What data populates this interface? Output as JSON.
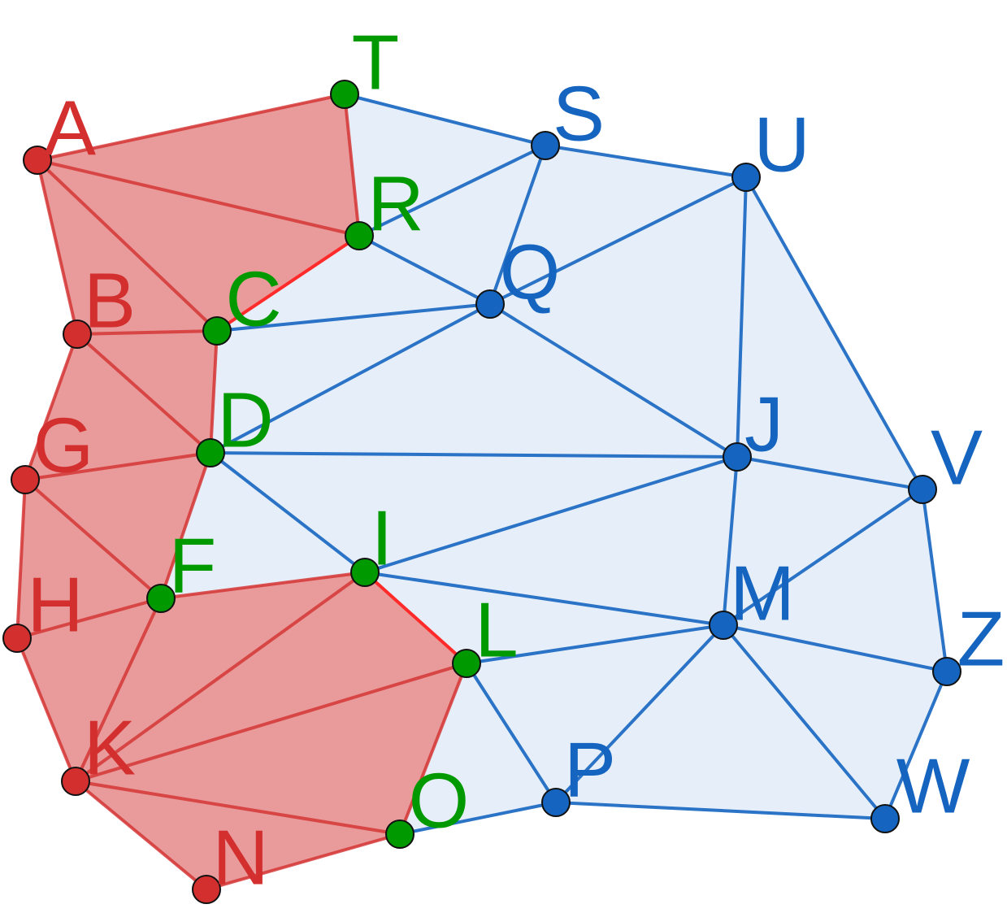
{
  "colors": {
    "red": "#d32f2f",
    "red_fill": "#e99a9a",
    "bright_red": "#ff2a2a",
    "green": "#009900",
    "blue": "#1565c0",
    "blue_fill": "#e6eff9",
    "outline": "#111111"
  },
  "nodes": [
    {
      "id": "A",
      "label": "A",
      "group": "red"
    },
    {
      "id": "B",
      "label": "B",
      "group": "red"
    },
    {
      "id": "G",
      "label": "G",
      "group": "red"
    },
    {
      "id": "H",
      "label": "H",
      "group": "red"
    },
    {
      "id": "K",
      "label": "K",
      "group": "red"
    },
    {
      "id": "N",
      "label": "N",
      "group": "red"
    },
    {
      "id": "T",
      "label": "T",
      "group": "green"
    },
    {
      "id": "R",
      "label": "R",
      "group": "green"
    },
    {
      "id": "C",
      "label": "C",
      "group": "green"
    },
    {
      "id": "D",
      "label": "D",
      "group": "green"
    },
    {
      "id": "F",
      "label": "F",
      "group": "green"
    },
    {
      "id": "I",
      "label": "I",
      "group": "green"
    },
    {
      "id": "L",
      "label": "L",
      "group": "green"
    },
    {
      "id": "O",
      "label": "O",
      "group": "green"
    },
    {
      "id": "S",
      "label": "S",
      "group": "blue"
    },
    {
      "id": "U",
      "label": "U",
      "group": "blue"
    },
    {
      "id": "Q",
      "label": "Q",
      "group": "blue"
    },
    {
      "id": "J",
      "label": "J",
      "group": "blue"
    },
    {
      "id": "V",
      "label": "V",
      "group": "blue"
    },
    {
      "id": "M",
      "label": "M",
      "group": "blue"
    },
    {
      "id": "Z",
      "label": "Z",
      "group": "blue"
    },
    {
      "id": "P",
      "label": "P",
      "group": "blue"
    },
    {
      "id": "W",
      "label": "W",
      "group": "blue"
    }
  ],
  "red_region": [
    [
      "A",
      "T",
      "R"
    ],
    [
      "A",
      "R",
      "C"
    ],
    [
      "A",
      "C",
      "B"
    ],
    [
      "B",
      "C",
      "D"
    ],
    [
      "B",
      "D",
      "G"
    ],
    [
      "G",
      "D",
      "F"
    ],
    [
      "G",
      "F",
      "H"
    ],
    [
      "H",
      "F",
      "K"
    ],
    [
      "F",
      "I",
      "K"
    ],
    [
      "I",
      "L",
      "K"
    ],
    [
      "K",
      "L",
      "O"
    ],
    [
      "K",
      "O",
      "N"
    ]
  ],
  "blue_region": [
    [
      "T",
      "S",
      "R"
    ],
    [
      "R",
      "S",
      "Q"
    ],
    [
      "S",
      "U",
      "Q"
    ],
    [
      "R",
      "Q",
      "C"
    ],
    [
      "C",
      "Q",
      "D"
    ],
    [
      "Q",
      "U",
      "J"
    ],
    [
      "Q",
      "J",
      "D"
    ],
    [
      "U",
      "V",
      "J"
    ],
    [
      "D",
      "J",
      "I"
    ],
    [
      "D",
      "I",
      "F"
    ],
    [
      "J",
      "V",
      "M"
    ],
    [
      "J",
      "M",
      "I"
    ],
    [
      "I",
      "M",
      "L"
    ],
    [
      "V",
      "Z",
      "M"
    ],
    [
      "M",
      "Z",
      "W"
    ],
    [
      "L",
      "M",
      "P"
    ],
    [
      "M",
      "W",
      "P"
    ],
    [
      "L",
      "P",
      "O"
    ]
  ],
  "red_edges": [
    [
      "A",
      "T"
    ],
    [
      "A",
      "R"
    ],
    [
      "A",
      "C"
    ],
    [
      "A",
      "B"
    ],
    [
      "B",
      "C"
    ],
    [
      "B",
      "D"
    ],
    [
      "B",
      "G"
    ],
    [
      "C",
      "D"
    ],
    [
      "G",
      "D"
    ],
    [
      "G",
      "F"
    ],
    [
      "G",
      "H"
    ],
    [
      "D",
      "F"
    ],
    [
      "H",
      "F"
    ],
    [
      "H",
      "K"
    ],
    [
      "F",
      "K"
    ],
    [
      "F",
      "I"
    ],
    [
      "I",
      "K"
    ],
    [
      "L",
      "K"
    ],
    [
      "K",
      "O"
    ],
    [
      "K",
      "N"
    ],
    [
      "N",
      "O"
    ],
    [
      "T",
      "R"
    ],
    [
      "L",
      "O"
    ]
  ],
  "bright_red_edges": [
    [
      "R",
      "C"
    ],
    [
      "I",
      "L"
    ]
  ],
  "blue_edges": [
    [
      "T",
      "S"
    ],
    [
      "S",
      "U"
    ],
    [
      "S",
      "R"
    ],
    [
      "S",
      "Q"
    ],
    [
      "R",
      "Q"
    ],
    [
      "C",
      "Q"
    ],
    [
      "Q",
      "U"
    ],
    [
      "Q",
      "J"
    ],
    [
      "Q",
      "D"
    ],
    [
      "U",
      "J"
    ],
    [
      "U",
      "V"
    ],
    [
      "D",
      "J"
    ],
    [
      "D",
      "I"
    ],
    [
      "J",
      "V"
    ],
    [
      "J",
      "I"
    ],
    [
      "J",
      "M"
    ],
    [
      "V",
      "M"
    ],
    [
      "V",
      "Z"
    ],
    [
      "I",
      "M"
    ],
    [
      "L",
      "M"
    ],
    [
      "M",
      "Z"
    ],
    [
      "M",
      "P"
    ],
    [
      "M",
      "W"
    ],
    [
      "Z",
      "W"
    ],
    [
      "L",
      "P"
    ],
    [
      "P",
      "O"
    ],
    [
      "P",
      "W"
    ]
  ]
}
